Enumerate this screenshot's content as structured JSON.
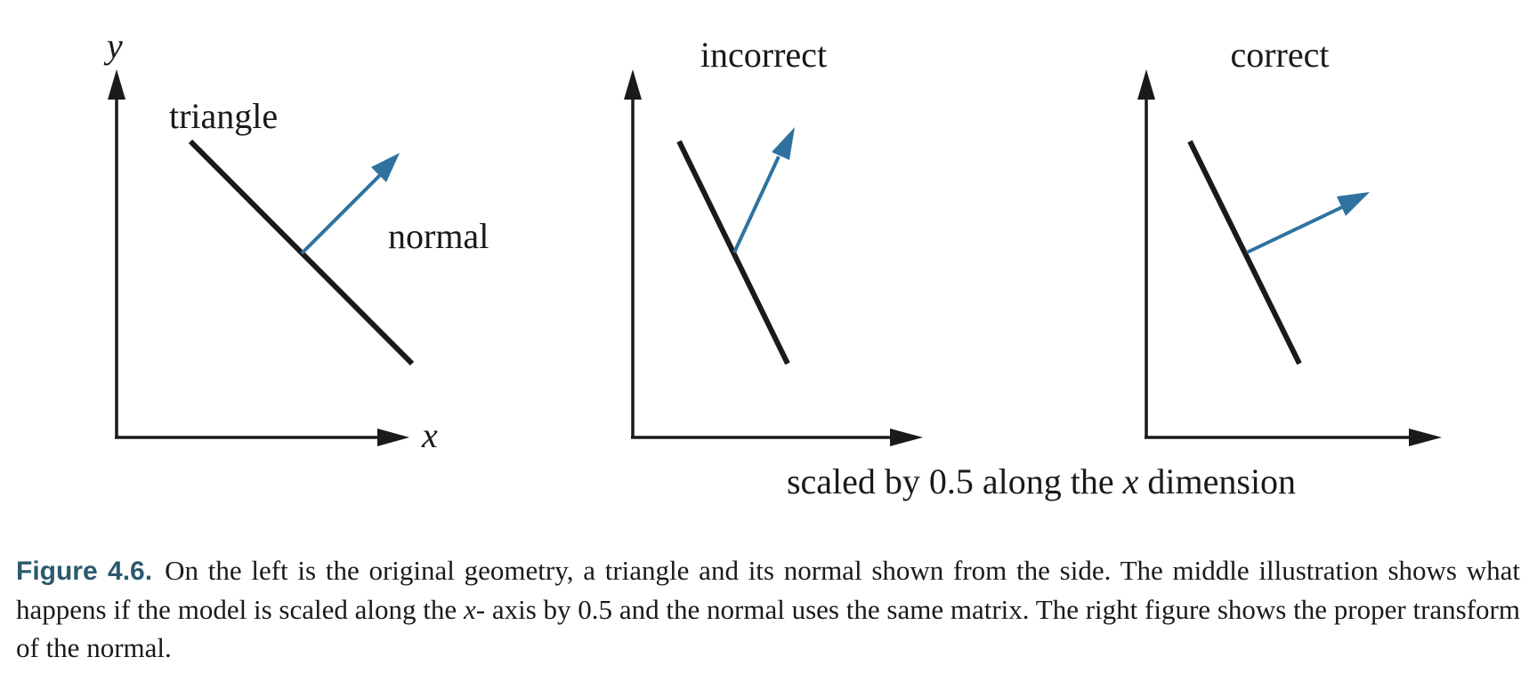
{
  "diagram": {
    "panels": [
      {
        "id": "original",
        "title": "",
        "y_axis_label": "y",
        "x_axis_label": "x",
        "triangle_label": "triangle",
        "normal_label": "normal"
      },
      {
        "id": "incorrect",
        "title": "incorrect"
      },
      {
        "id": "correct",
        "title": "correct"
      }
    ],
    "scale_note": {
      "before": "scaled by 0.5 along the ",
      "var": "x",
      "after": " dimension"
    },
    "colors": {
      "normal_arrow": "#2f72a0",
      "axes": "#1a1a1a",
      "triangle": "#1a1a1a",
      "caption_label": "#2c5a6e"
    }
  },
  "caption": {
    "label": "Figure 4.6.",
    "text_1": "On the left is the original geometry, a triangle and its normal shown from the side. The middle illustration shows what happens if the model is scaled along the ",
    "var": "x",
    "text_2": "- axis by 0.5 and the normal uses the same matrix. The right figure shows the proper transform of the normal."
  }
}
